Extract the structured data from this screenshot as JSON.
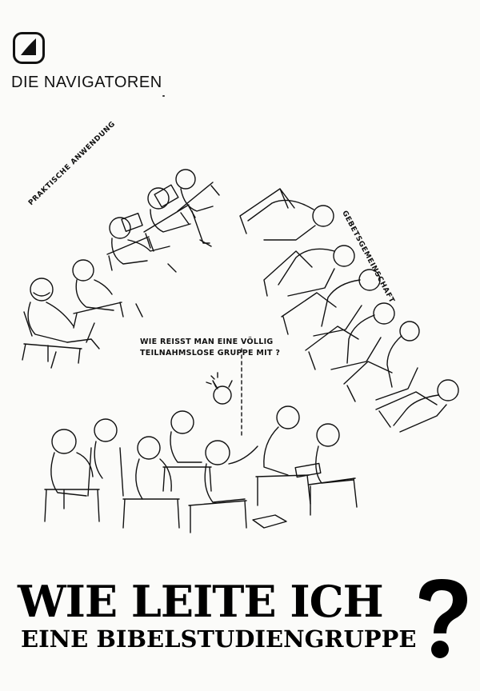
{
  "brand": {
    "name": "DIE NAVIGATOREN",
    "logo_icon": "navigators-sail-logo-icon"
  },
  "illustration": {
    "label_left": "PRAKTISCHE ANWENDUNG",
    "label_right": "GEBETSGEMEINSCHAFT",
    "caption_line1": "WIE REISST MAN EINE VÖLLIG",
    "caption_line2": "TEILNAHMSLOSE GRUPPE MIT ?"
  },
  "title": {
    "line1": "WIE LEITE ICH",
    "line2": "EINE BIBELSTUDIENGRUPPE",
    "question_mark": "?"
  }
}
